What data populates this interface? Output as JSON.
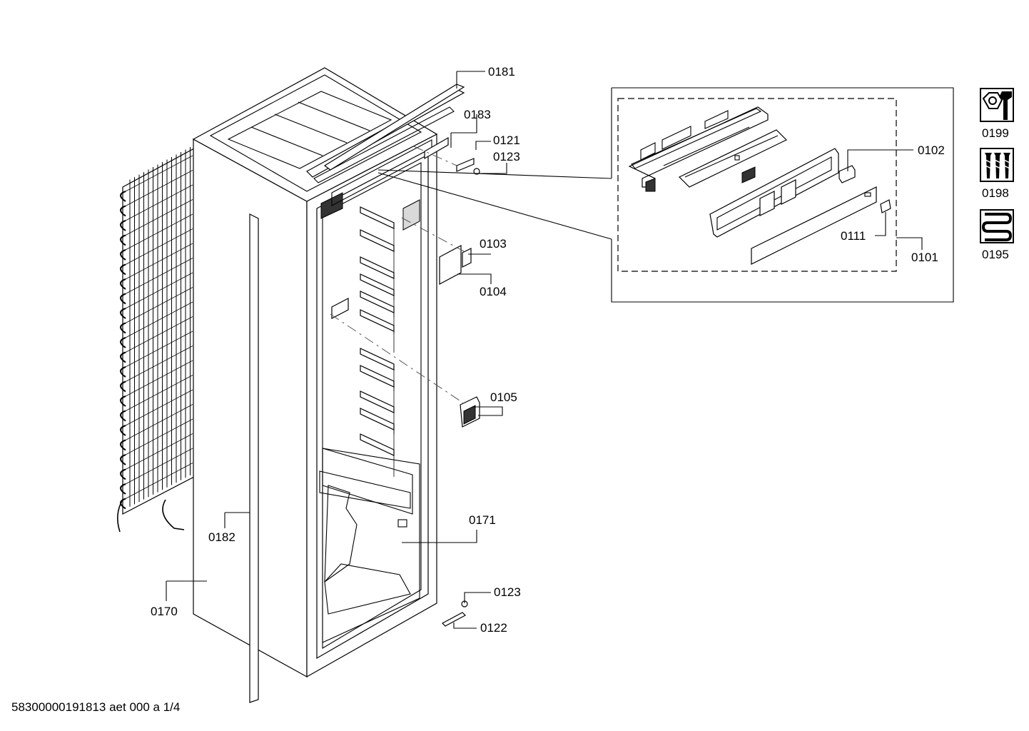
{
  "diagram": {
    "footer_code": "58300000191813 aet 000 a 1/4",
    "callouts": {
      "c0181": "0181",
      "c0183": "0183",
      "c0121": "0121",
      "c0123_top": "0123",
      "c0103": "0103",
      "c0104": "0104",
      "c0105": "0105",
      "c0171": "0171",
      "c0182": "0182",
      "c0170": "0170",
      "c0123_bottom": "0123",
      "c0122": "0122",
      "c0102": "0102",
      "c0111": "0111",
      "c0101": "0101"
    },
    "legend": {
      "i0199": "0199",
      "i0198": "0198",
      "i0195": "0195"
    },
    "legend_icons": [
      "nut-and-wrench-icon",
      "screws-icon",
      "coil-icon"
    ]
  }
}
